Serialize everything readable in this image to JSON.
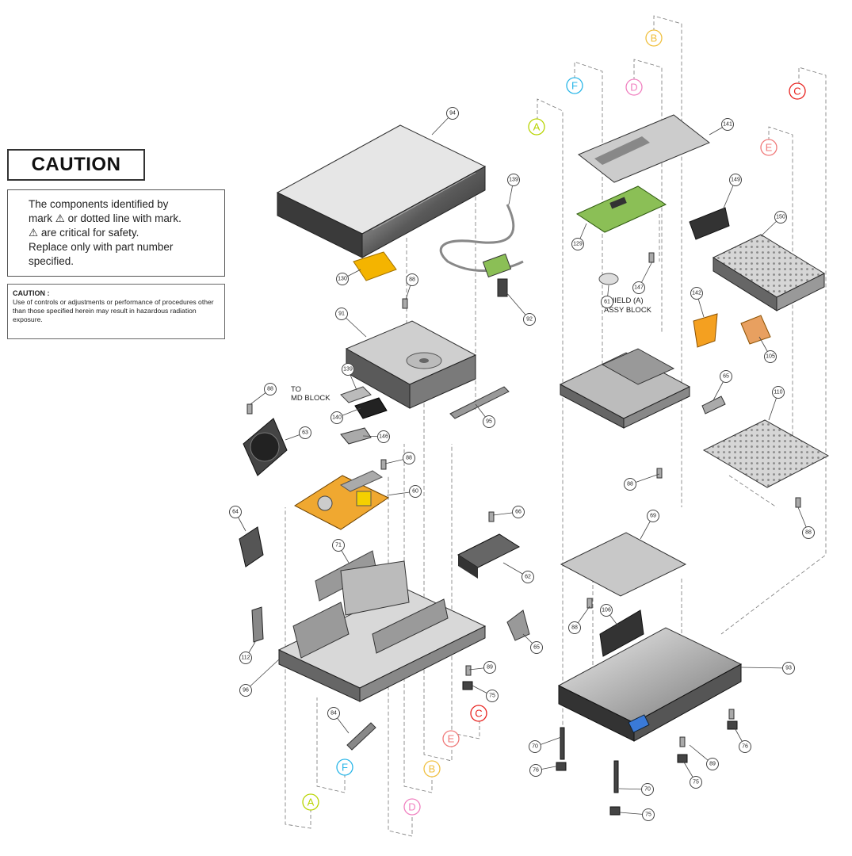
{
  "caution": {
    "title": "CAUTION",
    "lines": [
      "The components identified by",
      "mark ⚠ or dotted line with mark.",
      "⚠ are critical for safety.",
      "Replace only with part number",
      "specified."
    ],
    "small_title": "CAUTION :",
    "small_text": "Use of controls or adjustments or performance of procedures other than those specified herein may result in hazardous radiation exposure."
  },
  "labels": {
    "to_md_block": [
      "TO",
      "MD BLOCK"
    ],
    "shield_assy": [
      "SHIELD (A)",
      "ASSY BLOCK"
    ]
  },
  "callouts": [
    "94",
    "139",
    "130",
    "88",
    "92",
    "91",
    "139",
    "140",
    "146",
    "95",
    "88",
    "63",
    "88",
    "60",
    "64",
    "71",
    "66",
    "62",
    "65",
    "112",
    "96",
    "89",
    "75",
    "84",
    "141",
    "149",
    "129",
    "147",
    "61",
    "150",
    "142",
    "105",
    "65",
    "110",
    "88",
    "88",
    "69",
    "88",
    "106",
    "93",
    "89",
    "76",
    "75",
    "70",
    "76",
    "70",
    "75"
  ],
  "connectors": {
    "A": {
      "label": "A",
      "color": "#b8d400"
    },
    "B": {
      "label": "B",
      "color": "#f0c040"
    },
    "C": {
      "label": "C",
      "color": "#e8201c"
    },
    "D": {
      "label": "D",
      "color": "#f080c0"
    },
    "E": {
      "label": "E",
      "color": "#f07878"
    },
    "F": {
      "label": "F",
      "color": "#29b6e8"
    }
  },
  "colors": {
    "pcb_yellow": "#f4b400",
    "pcb_green": "#8bbf56",
    "cover_dark": "#555555",
    "metal": "#cccccc"
  }
}
